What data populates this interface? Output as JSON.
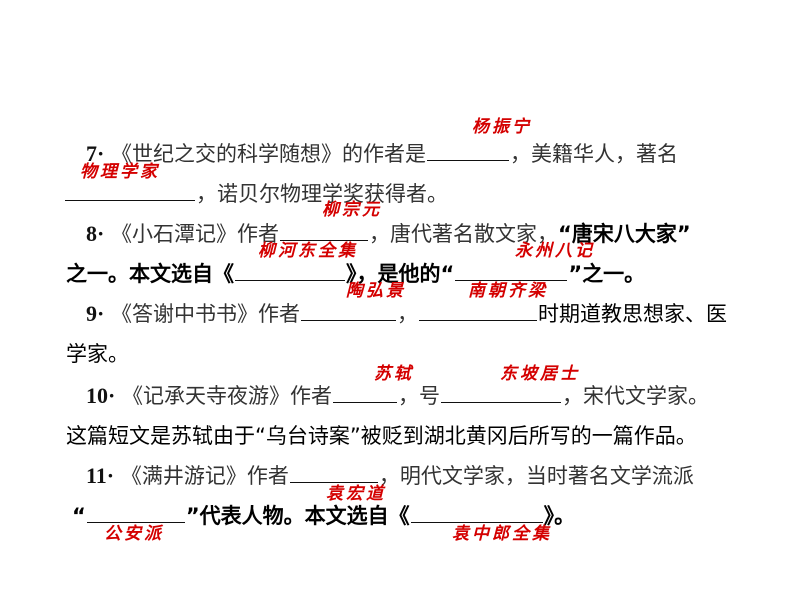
{
  "document": {
    "q7": {
      "number": "7",
      "dot": "·",
      "line1_a": "《世纪之交的科学随想》的作者是",
      "line1_b": "，美籍华人，著名",
      "line2_b": "，诺贝尔物理学奖获得者。",
      "answer_author": "杨振宁",
      "answer_profession": "物理学家"
    },
    "q8": {
      "number": "8",
      "dot": "·",
      "line1_a": "《小石潭记》作者",
      "line1_b": "，唐代著名散文家，",
      "line1_c": "“唐宋八大家”",
      "line2_a": "之一。本文选自《",
      "line2_b": "》，是他的“",
      "line2_c": "”之一。",
      "answer_author": "柳宗元",
      "answer_collection": "柳河东全集",
      "answer_series": "永州八记"
    },
    "q9": {
      "number": "9",
      "dot": "·",
      "line1_a": "《答谢中书书》作者",
      "line1_b": "，",
      "line1_c": "时期道教思想家、医",
      "line2_a": "学家。",
      "answer_author": "陶弘景",
      "answer_period": "南朝齐梁"
    },
    "q10": {
      "number": "10",
      "dot": "·",
      "line1_a": "《记承天寺夜游》作者",
      "line1_b": "，号",
      "line1_c": "，宋代文学家。",
      "line2_a": "这篇短文是苏轼由于“乌台诗案”被贬到湖北黄冈后所写的一篇作品。",
      "answer_author": "苏轼",
      "answer_alias": "东坡居士"
    },
    "q11": {
      "number": "11",
      "dot": "·",
      "line1_a": "《满井游记》作者",
      "line1_b": "，明代文学家，当时著名文学流派",
      "line2_a": "“",
      "line2_b": "”代表人物。本文选自《",
      "line2_c": "》。",
      "answer_author": "袁宏道",
      "answer_school": "公安派",
      "answer_collection": "袁中郎全集"
    },
    "colors": {
      "text": "#1a1a1a",
      "answer": "#d40000",
      "background": "#ffffff"
    }
  }
}
